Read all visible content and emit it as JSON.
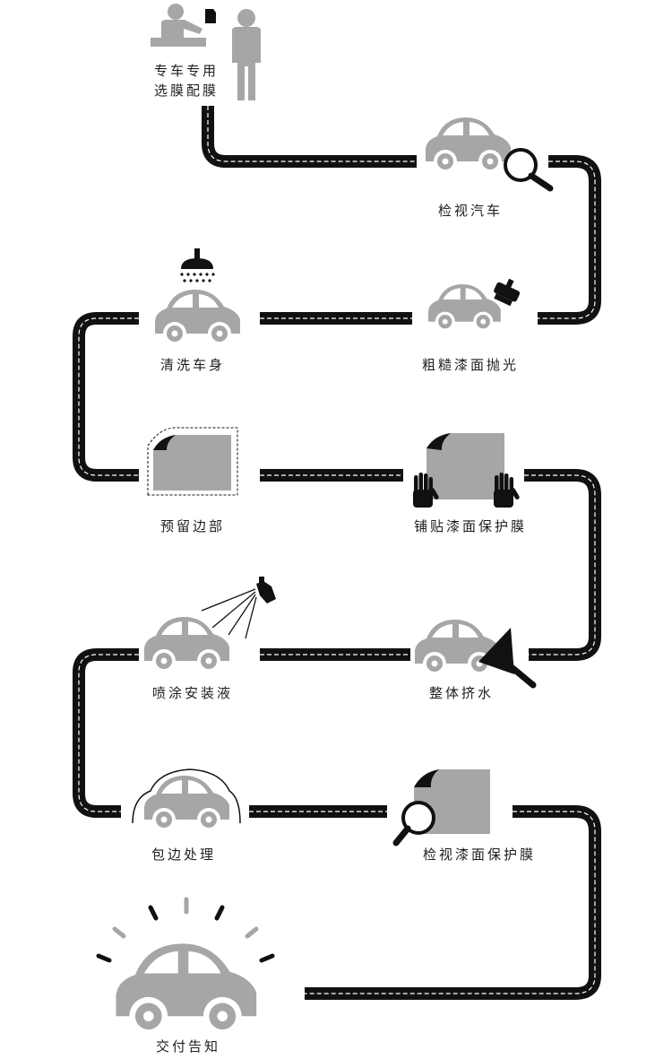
{
  "steps": [
    {
      "id": "select-film",
      "label_line1": "专车专用",
      "label_line2": "选膜配膜"
    },
    {
      "id": "inspect-car",
      "label": "检视汽车"
    },
    {
      "id": "polish",
      "label": "粗糙漆面抛光"
    },
    {
      "id": "wash",
      "label": "清洗车身"
    },
    {
      "id": "edge-reserve",
      "label": "预留边部"
    },
    {
      "id": "apply-film",
      "label": "铺贴漆面保护膜"
    },
    {
      "id": "squeegee",
      "label": "整体挤水"
    },
    {
      "id": "spray",
      "label": "喷涂安装液"
    },
    {
      "id": "edge-wrap",
      "label": "包边处理"
    },
    {
      "id": "inspect-film",
      "label": "检视漆面保护膜"
    },
    {
      "id": "deliver",
      "label": "交付告知"
    }
  ],
  "colors": {
    "road": "#111111",
    "road_line": "#ffffff",
    "icon_gray": "#a6a6a6",
    "icon_dark": "#111111",
    "text": "#1e1e1e"
  }
}
